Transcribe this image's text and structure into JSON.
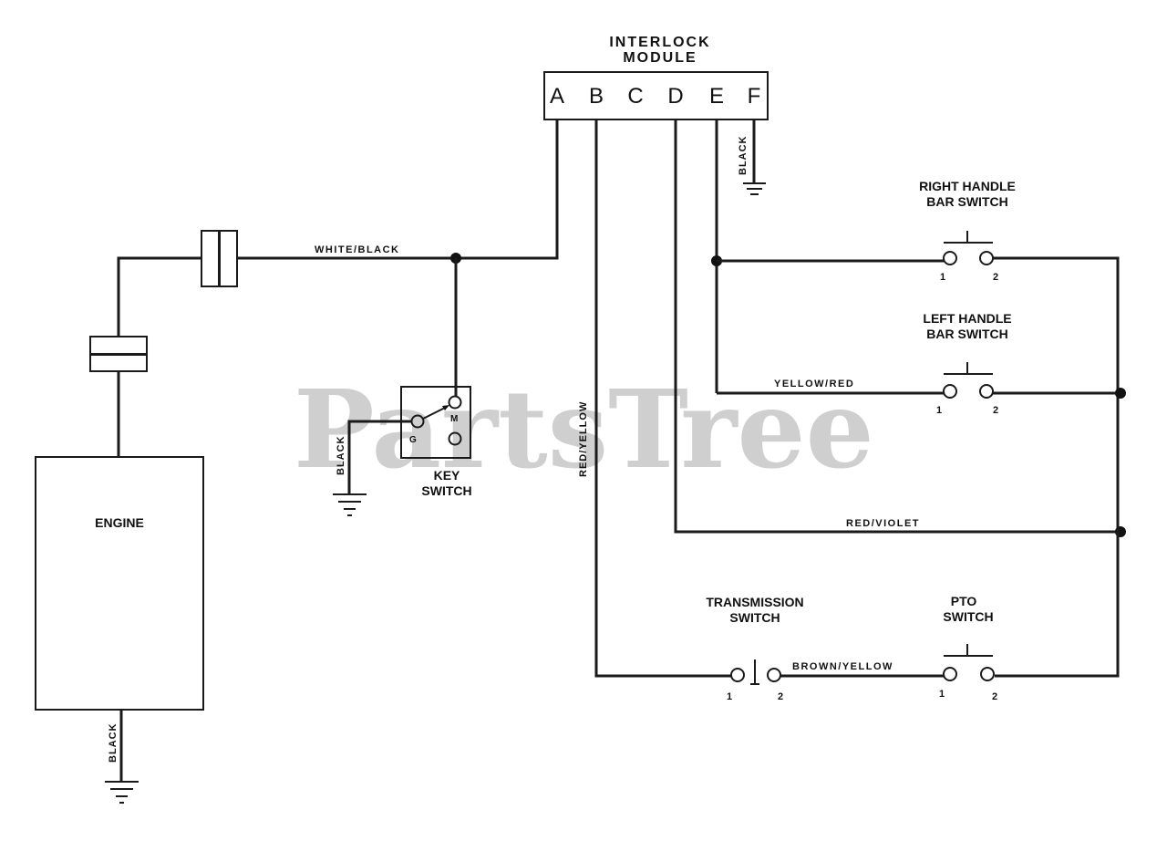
{
  "watermark": "PartsTree",
  "module": {
    "title_line1": "INTERLOCK",
    "title_line2": "MODULE",
    "terminals": [
      "A",
      "B",
      "C",
      "D",
      "E",
      "F"
    ]
  },
  "wires": {
    "white_black": "WHITE/BLACK",
    "black_module": "BLACK",
    "black_key": "BLACK",
    "black_engine": "BLACK",
    "red_yellow": "RED/YELLOW",
    "yellow_red": "YELLOW/RED",
    "red_violet": "RED/VIOLET",
    "brown_yellow": "BROWN/YELLOW"
  },
  "engine": {
    "label": "ENGINE"
  },
  "key_switch": {
    "line1": "KEY",
    "line2": "SWITCH",
    "terminal_g": "G",
    "terminal_m": "M"
  },
  "right_handle_switch": {
    "line1": "RIGHT HANDLE",
    "line2": "BAR SWITCH",
    "t1": "1",
    "t2": "2"
  },
  "left_handle_switch": {
    "line1": "LEFT HANDLE",
    "line2": "BAR SWITCH",
    "t1": "1",
    "t2": "2"
  },
  "transmission_switch": {
    "line1": "TRANSMISSION",
    "line2": "SWITCH",
    "t1": "1",
    "t2": "2"
  },
  "pto_switch": {
    "line1": "PTO",
    "line2": "SWITCH",
    "t1": "1",
    "t2": "2"
  }
}
